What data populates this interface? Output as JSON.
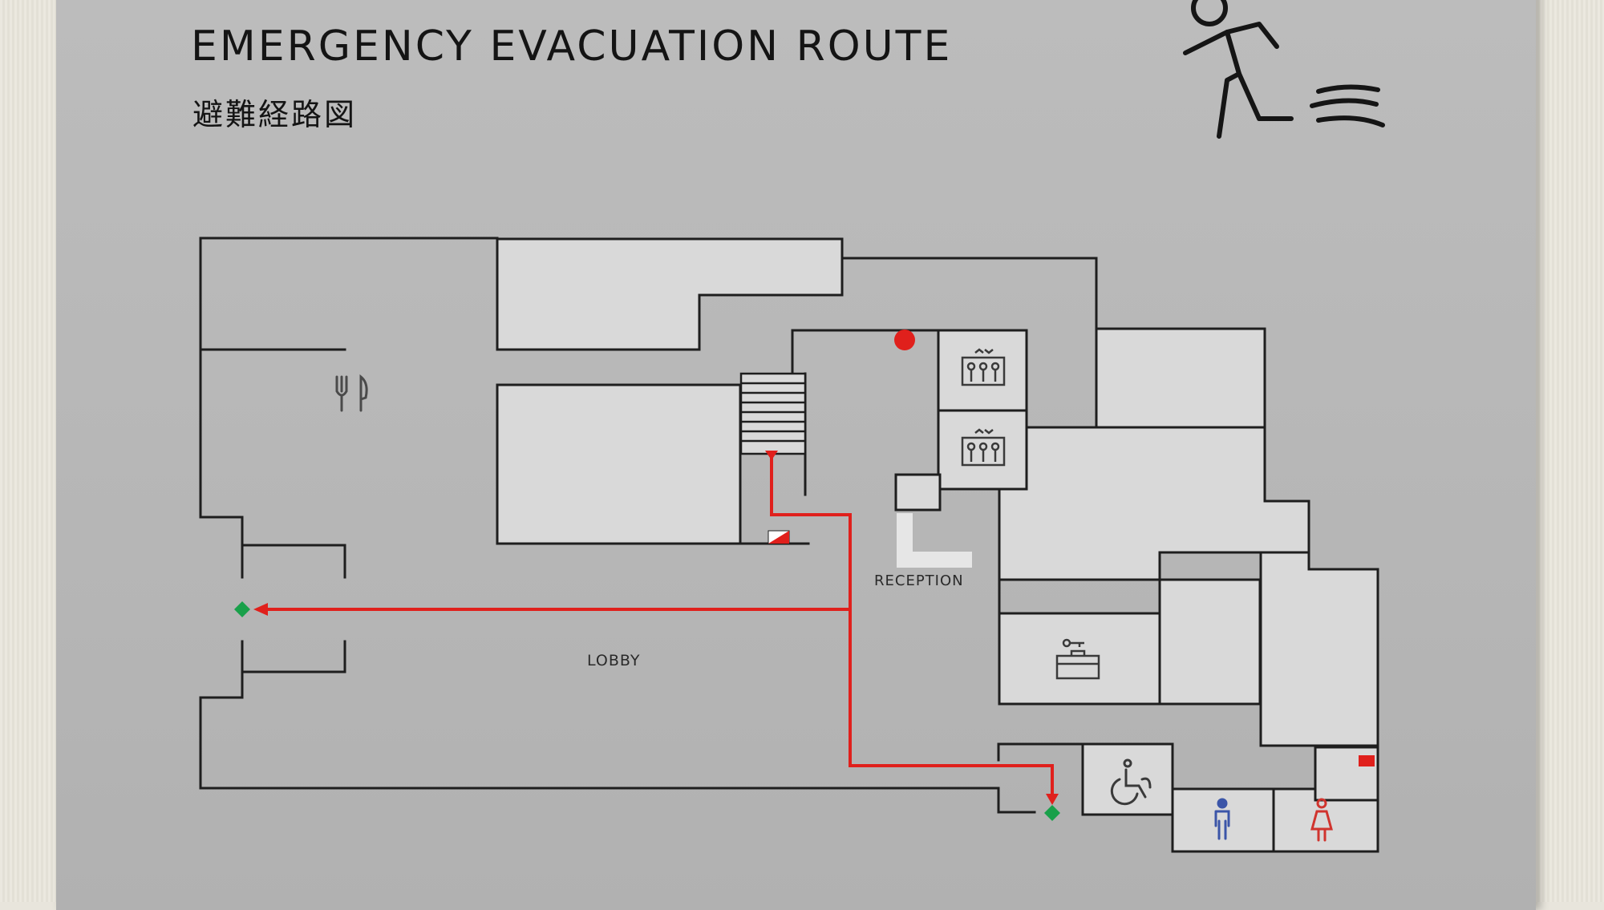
{
  "sign": {
    "title_en": "EMERGENCY EVACUATION ROUTE",
    "title_ja": "避難経路図"
  },
  "labels": {
    "reception": "RECEPTION",
    "lobby": "LOBBY"
  },
  "colors": {
    "walls": "#1e1e1e",
    "room_fill": "#d9d9d9",
    "route": "#e0201c",
    "exit_marker": "#19a04a",
    "you_are_here": "#e0201c",
    "male_icon": "#3b55a8",
    "female_icon": "#d0342e"
  },
  "icons": [
    "running-man-icon",
    "restaurant-icon",
    "elevator-icon",
    "luggage-storage-icon",
    "accessible-toilet-icon",
    "male-toilet-icon",
    "female-toilet-icon",
    "fire-alarm-icon",
    "fire-extinguisher-icon"
  ]
}
